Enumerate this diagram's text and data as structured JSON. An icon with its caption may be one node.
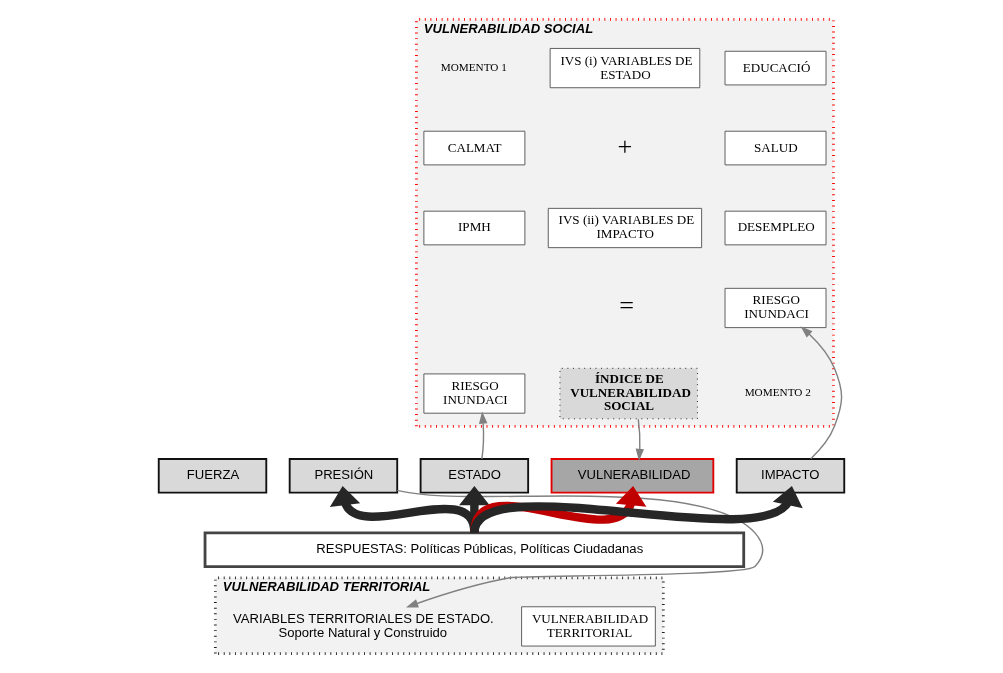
{
  "diagram": {
    "nodes": [
      {
        "text": [
          "VULNERABILIDAD SOCIAL"
        ]
      },
      {
        "text": [
          "CALMAT"
        ],
        "in": 0
      },
      {
        "text": [
          "IPMH"
        ],
        "in": 0
      },
      {
        "text": [
          "RIESGO INUNDACI"
        ],
        "in": 0
      },
      {
        "text": [
          "IVS (i) VARIABLES DE ESTADO"
        ],
        "in": 0
      },
      {
        "text": [
          "IVS (ii) VARIABLES DE IMPACTO"
        ],
        "in": 0
      },
      {
        "text": [
          "ÍNDICE DE VULNERABILIDAD SOCIAL"
        ],
        "in": 0
      },
      {
        "text": [
          "EDUCACIÓ"
        ],
        "in": 0
      },
      {
        "text": [
          "SALUD"
        ],
        "in": 0
      },
      {
        "text": [
          "DESEMPLEO"
        ],
        "in": 0
      },
      {
        "text": [
          "RIESGO INUNDACI"
        ],
        "in": 0
      },
      {
        "text": [
          "FUERZA"
        ]
      },
      {
        "text": [
          "PRESIÓN"
        ]
      },
      {
        "text": [
          "ESTADO"
        ]
      },
      {
        "text": [
          "VULNERABILIDAD"
        ]
      },
      {
        "text": [
          "IMPACTO"
        ]
      },
      {
        "text": [
          "RESPUESTAS: Políticas Públicas, Políticas Ciudadanas"
        ]
      },
      {
        "text": [
          "VULNERABILIDAD TERRITORIAL"
        ]
      },
      {
        "text": [
          "VARIABLES TERRITORIALES DE ESTADO.",
          "Soporte Natural y Construido"
        ],
        "in": 17
      },
      {
        "text": [
          "VULNERABILIDAD TERRITORIAL"
        ],
        "in": 17
      }
    ],
    "edges": [
      {
        "from": 13,
        "to": 3,
        "arrow": "to"
      },
      {
        "from": 6,
        "to": 14,
        "arrow": "to"
      },
      {
        "from": 15,
        "to": 10,
        "arrow": "to"
      },
      {
        "from": 12,
        "to": 18,
        "arrow": "to"
      },
      {
        "from": 16,
        "to": 12,
        "arrow": "to",
        "style": "thick",
        "color": "#262626"
      },
      {
        "from": 16,
        "to": 13,
        "arrow": "to",
        "style": "thick",
        "color": "#262626"
      },
      {
        "from": 16,
        "to": 14,
        "arrow": "to",
        "style": "thick",
        "color": "#c00000"
      },
      {
        "from": 16,
        "to": 15,
        "arrow": "to",
        "style": "thick",
        "color": "#262626"
      }
    ],
    "labels": [
      "MOMENTO 1",
      "+",
      "=",
      "MOMENTO 2"
    ]
  }
}
